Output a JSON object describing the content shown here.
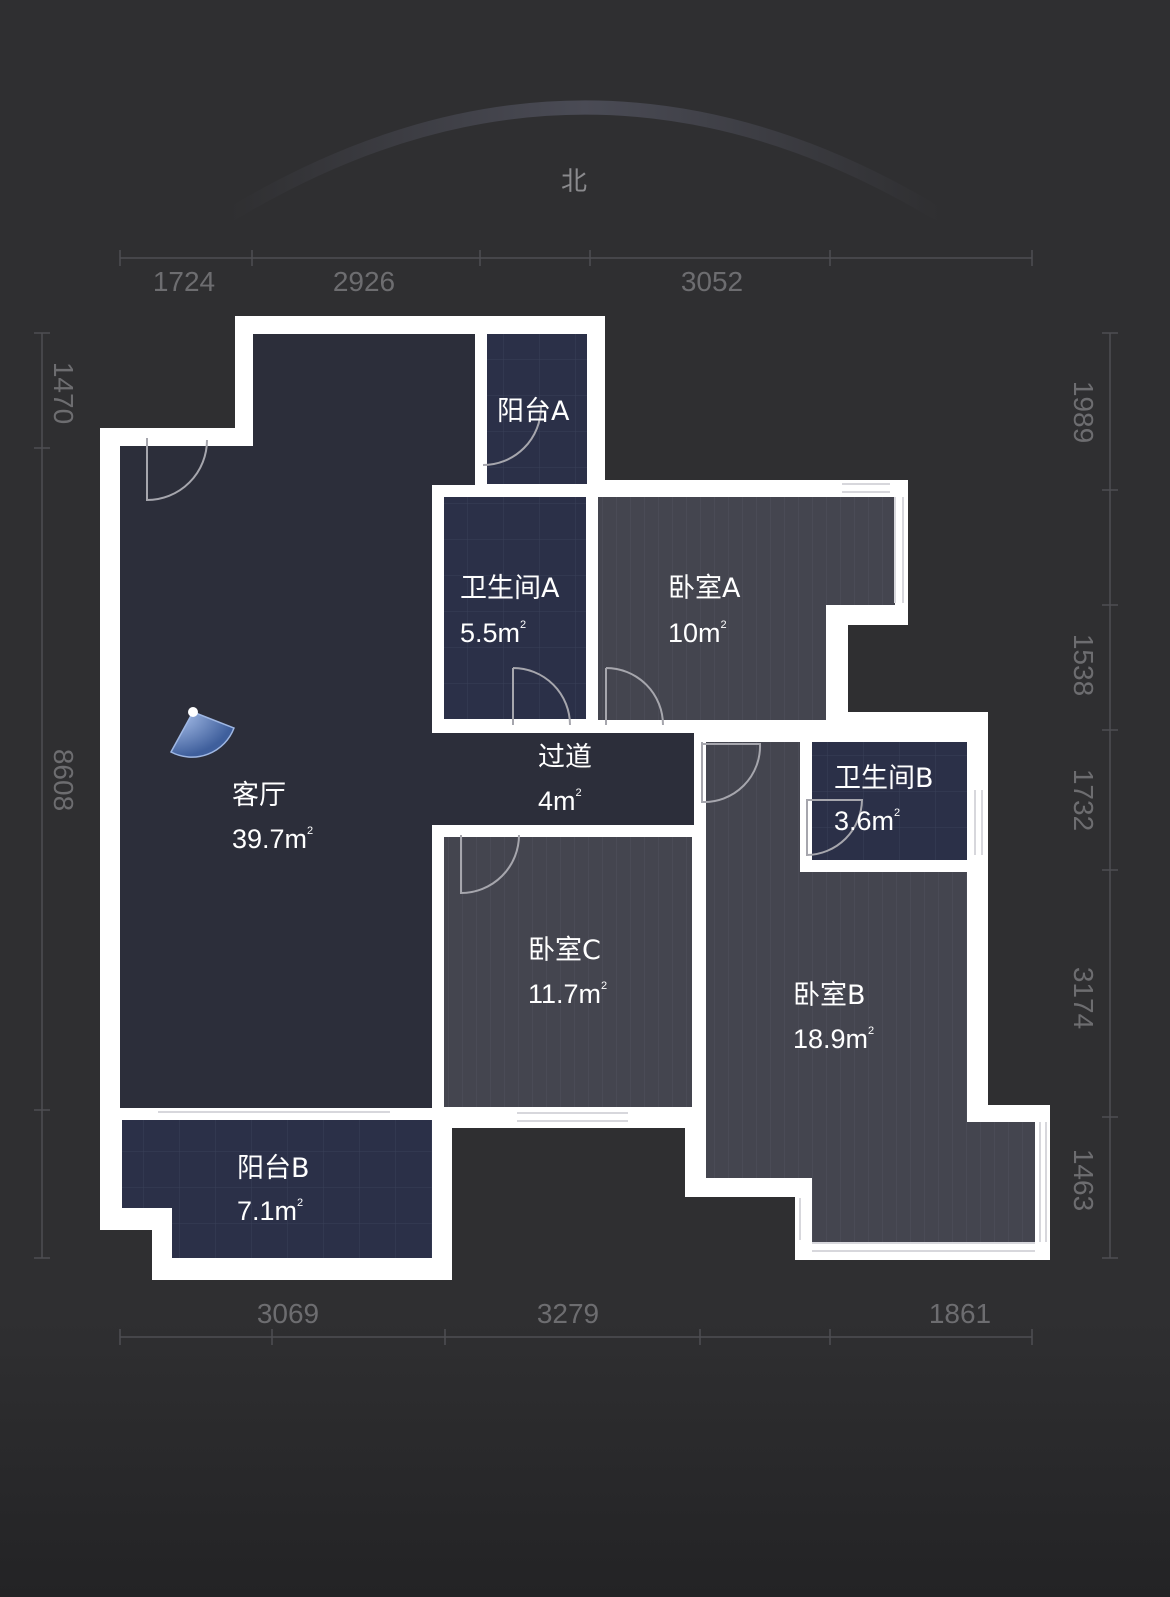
{
  "compass": {
    "label": "北"
  },
  "dimensions": {
    "top": [
      "1724",
      "2926",
      "3052"
    ],
    "bottom": [
      "3069",
      "3279",
      "1861"
    ],
    "left": [
      "1470",
      "8608"
    ],
    "right": [
      "1989",
      "1538",
      "1732",
      "3174",
      "1463"
    ]
  },
  "rooms": {
    "living": {
      "name": "客厅",
      "area": "39.7m",
      "unit_sup": "2"
    },
    "balcony_a": {
      "name": "阳台A",
      "area": "",
      "unit_sup": ""
    },
    "bath_a": {
      "name": "卫生间A",
      "area": "5.5m",
      "unit_sup": "2"
    },
    "bedroom_a": {
      "name": "卧室A",
      "area": "10m",
      "unit_sup": "2"
    },
    "hallway": {
      "name": "过道",
      "area": "4m",
      "unit_sup": "2"
    },
    "bath_b": {
      "name": "卫生间B",
      "area": "3.6m",
      "unit_sup": "2"
    },
    "bedroom_c": {
      "name": "卧室C",
      "area": "11.7m",
      "unit_sup": "2"
    },
    "bedroom_b": {
      "name": "卧室B",
      "area": "18.9m",
      "unit_sup": "2"
    },
    "balcony_b": {
      "name": "阳台B",
      "area": "7.1m",
      "unit_sup": "2"
    }
  },
  "colors": {
    "background": "#2f2f31",
    "wall": "#ffffff",
    "living_floor": "#2c2e3a",
    "tile_floor": "#2b3048",
    "wood_floor": "#44454f",
    "view_marker": "#6f95d8"
  }
}
